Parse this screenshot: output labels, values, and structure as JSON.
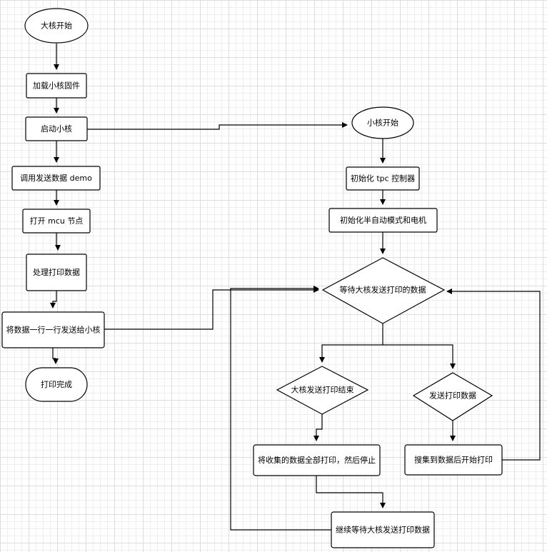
{
  "nodes": {
    "big_start": "大核开始",
    "load_fw": "加载小核固件",
    "start_small": "启动小核",
    "call_demo": "调用发送数据 demo",
    "open_mcu": "打开 mcu 节点",
    "process_print": "处理打印数据",
    "send_lines": "将数据一行一行发送给小核",
    "print_done": "打印完成",
    "small_start": "小核开始",
    "init_tpc": "初始化 tpc 控制器",
    "init_motor": "初始化半自动模式和电机",
    "wait_data": "等待大核发送打印的数据",
    "big_end": "大核发送打印结束",
    "send_data": "发送打印数据",
    "print_all_stop": "将收集的数据全部打印，然后停止",
    "collect_print": "搜集到数据后开始打印",
    "continue_wait": "继续等待大核发送打印数据"
  }
}
